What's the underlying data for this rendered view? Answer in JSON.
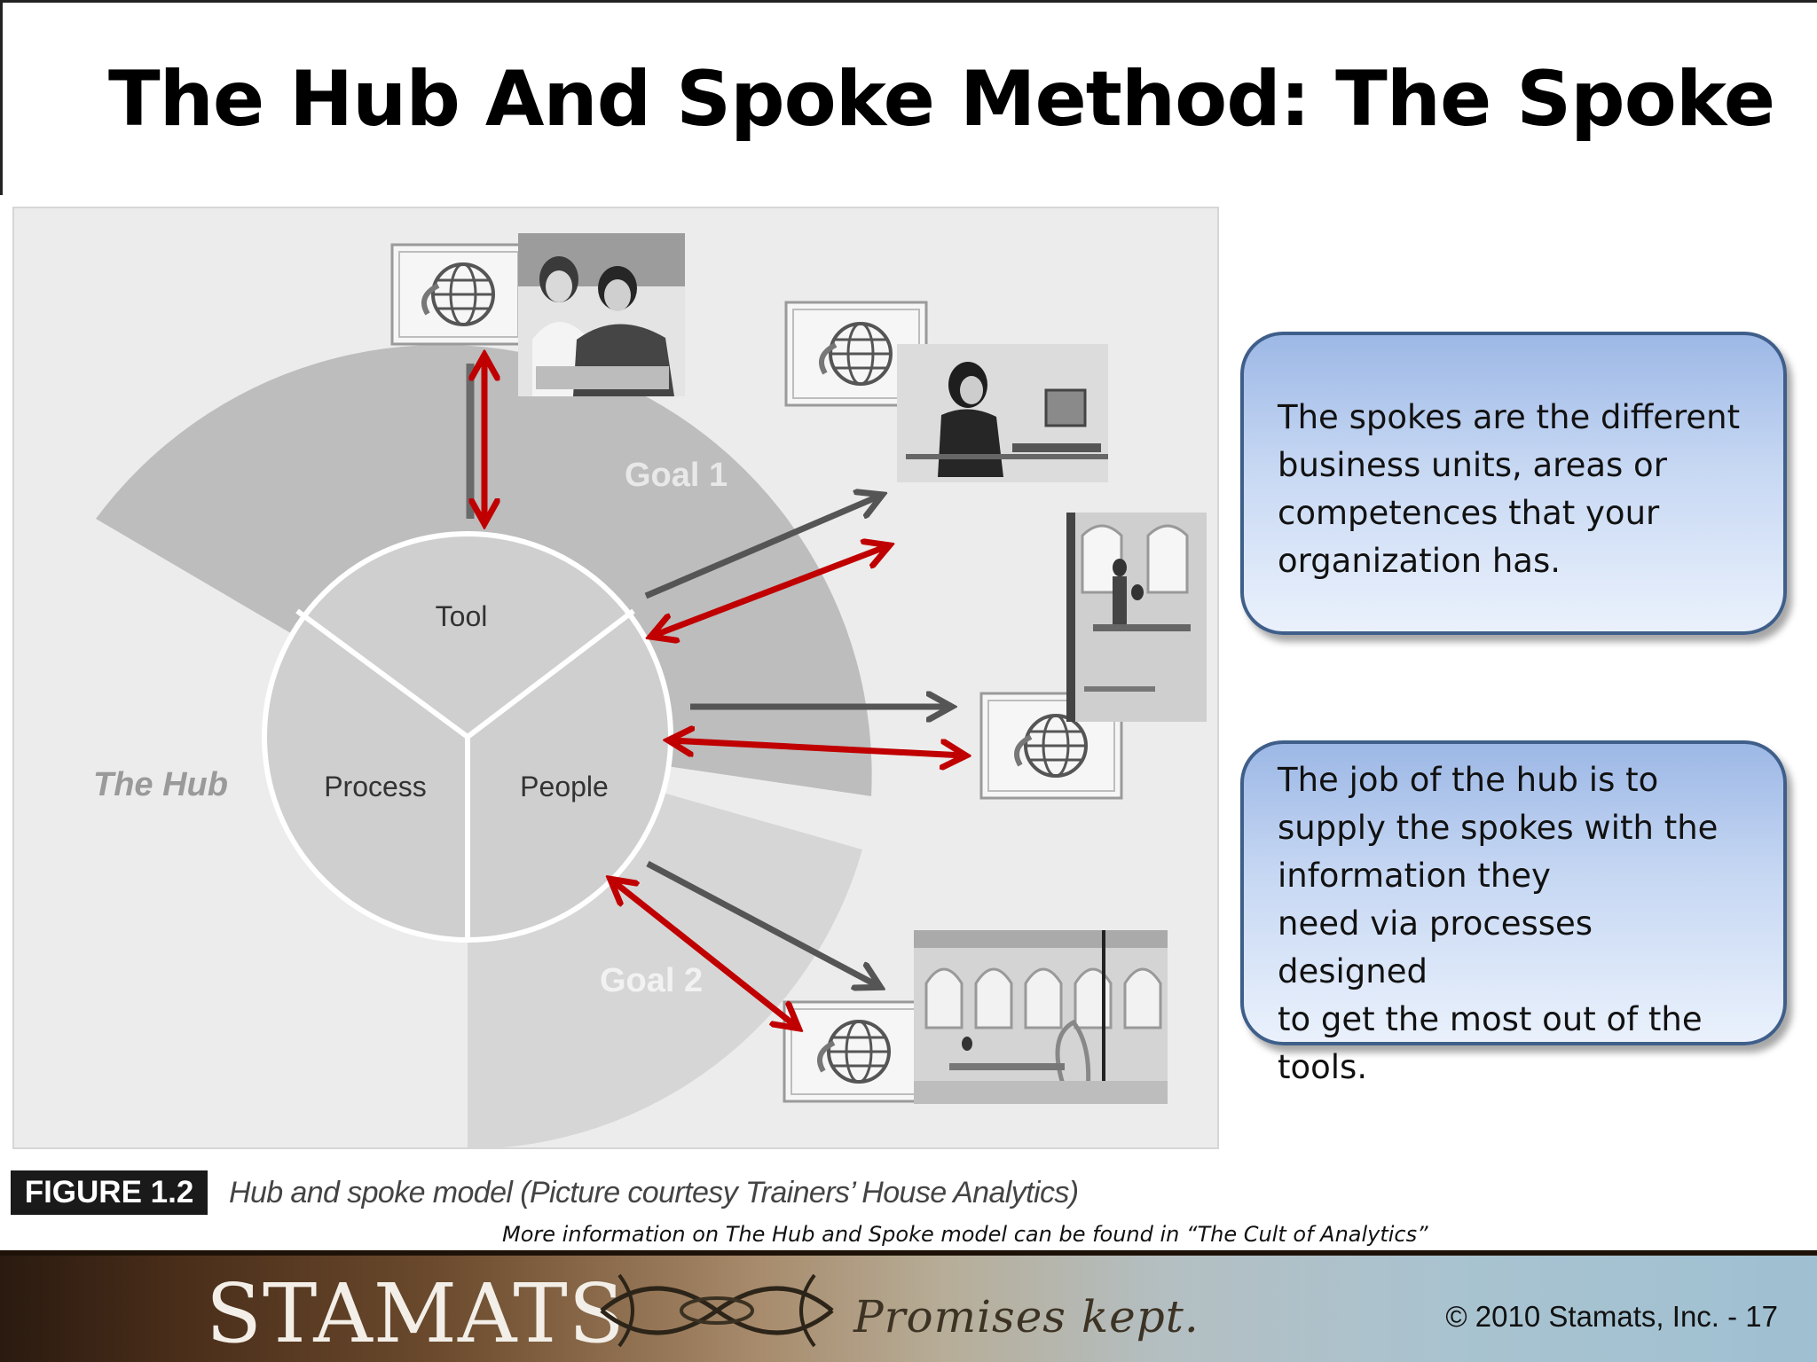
{
  "slide": {
    "title": "The Hub And Spoke Method: The Spoke"
  },
  "diagram": {
    "hub_label": "The Hub",
    "goal1_label": "Goal 1",
    "goal2_label": "Goal 2",
    "segments": [
      "Tool",
      "Process",
      "People"
    ]
  },
  "callouts": [
    {
      "text": "The spokes are the different business units, areas or competences that your organization has."
    },
    {
      "lines": [
        "The job of the hub is to",
        "supply the spokes with the",
        "information they",
        "need via processes designed",
        "to get the most out of the",
        "tools."
      ]
    }
  ],
  "figure": {
    "label": "FIGURE 1.2",
    "caption": "Hub and spoke model (Picture courtesy Trainers’ House Analytics)"
  },
  "more_info": "More information on The Hub and Spoke model can be found in “The Cult of Analytics”",
  "footer": {
    "logo": "STAMATS",
    "tagline": "Promises kept.",
    "copyright": "© 2010 Stamats, Inc. - 17"
  },
  "colors": {
    "arrow_red": "#c00000",
    "arrow_gray": "#555555",
    "callout_border": "#3f5f8a"
  }
}
